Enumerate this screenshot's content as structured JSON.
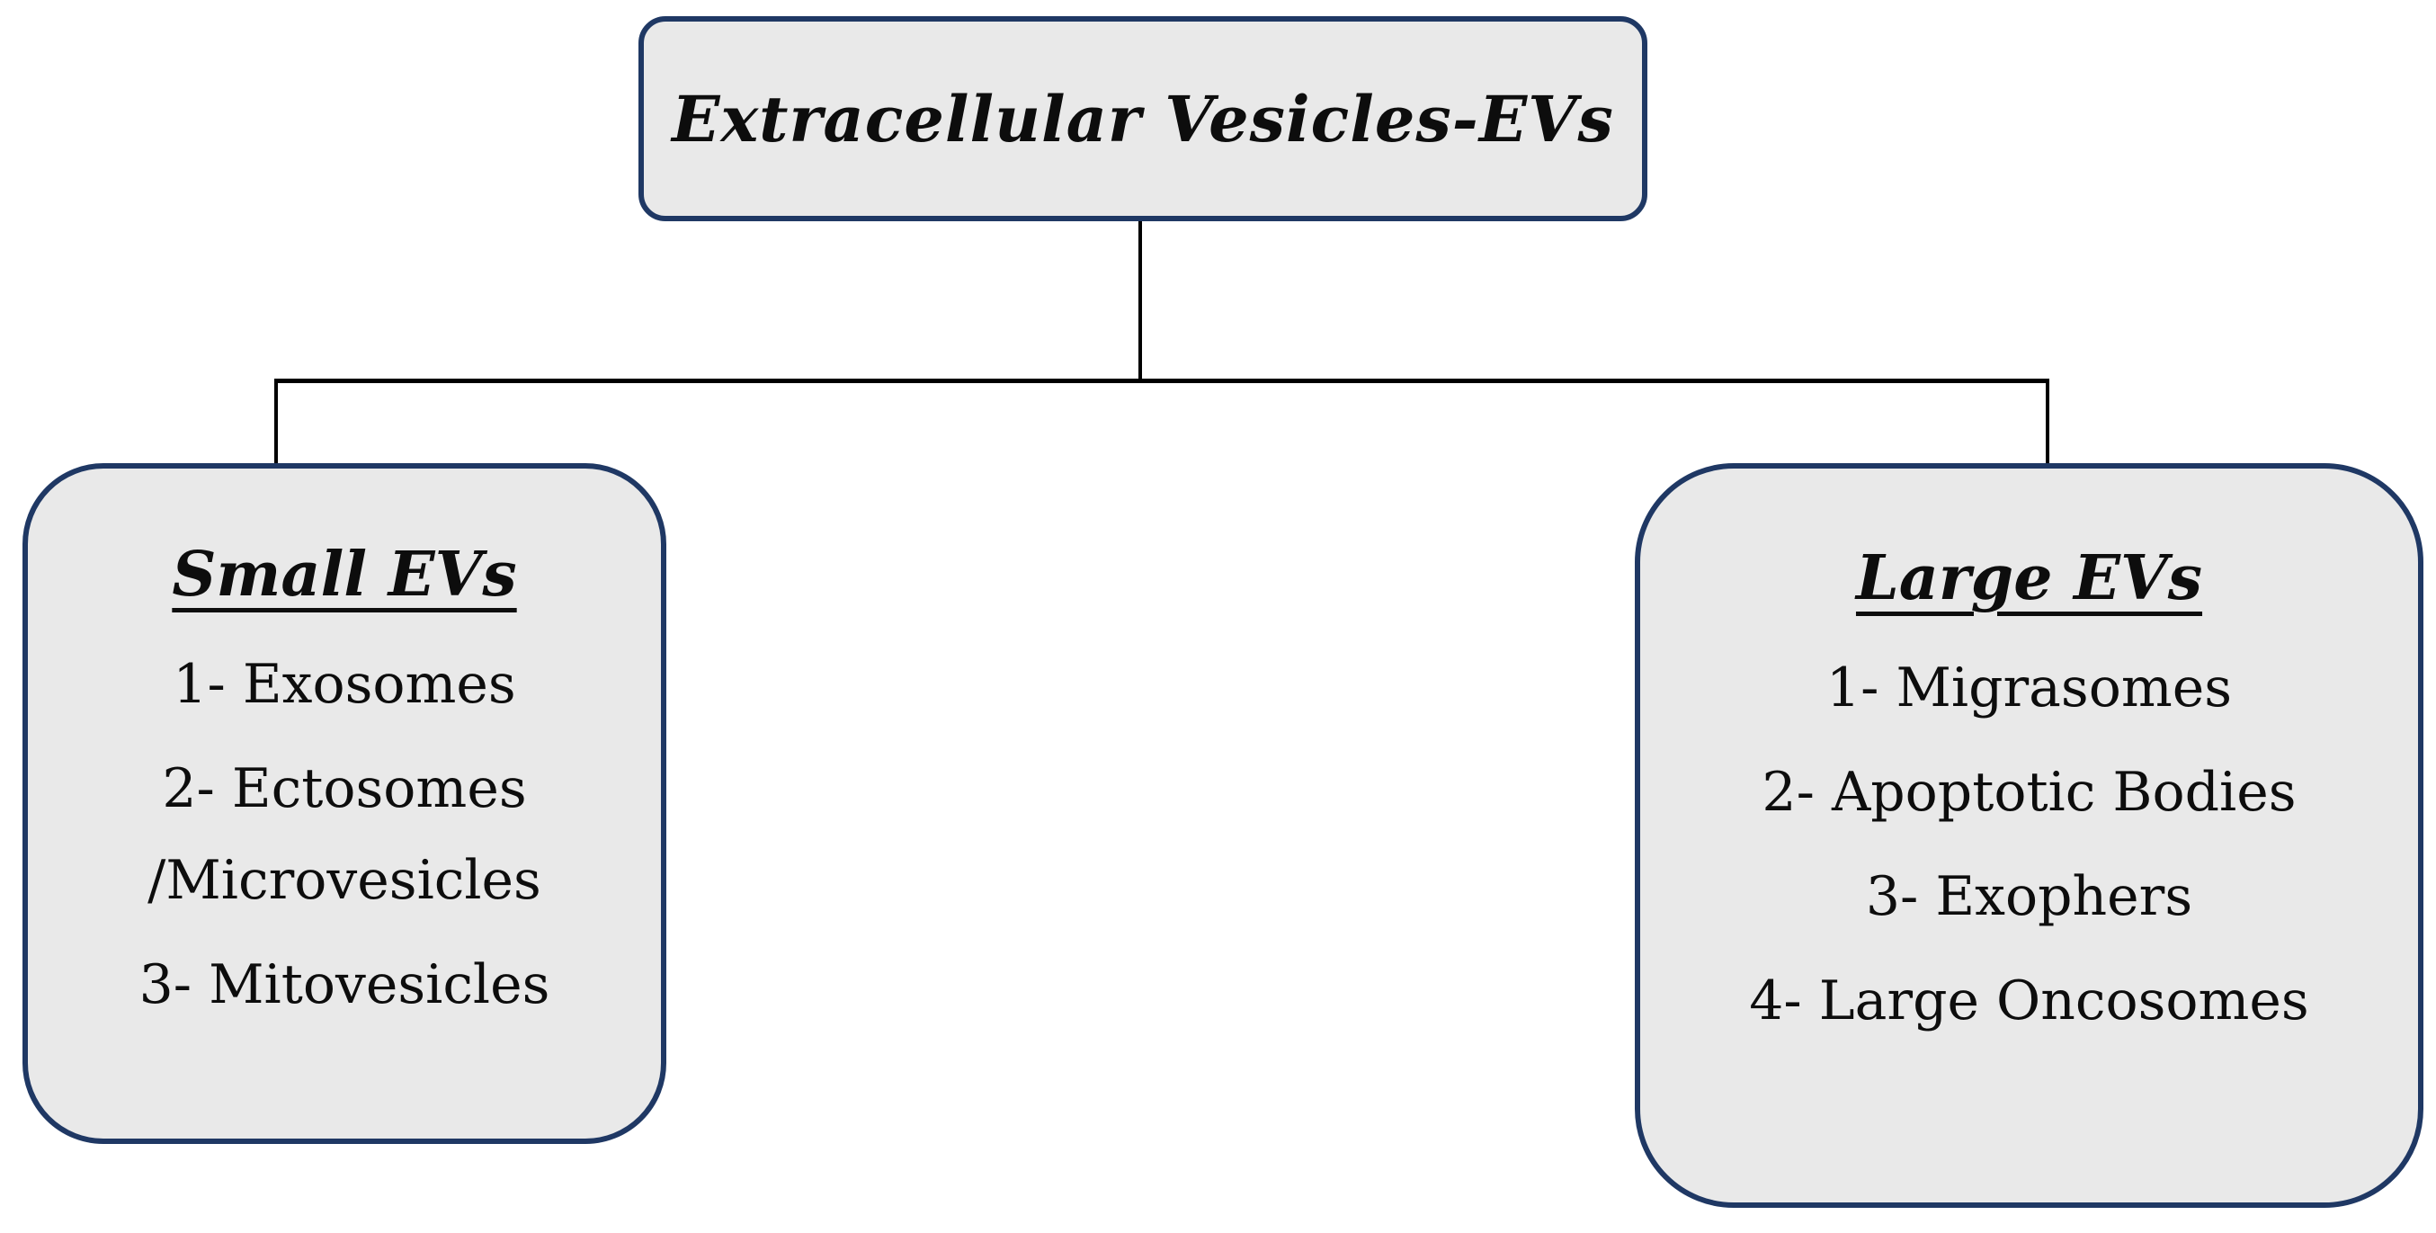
{
  "diagram": {
    "root": {
      "label": "Extracellular Vesicles-EVs"
    },
    "branches": [
      {
        "title": "Small EVs",
        "items": [
          "1- Exosomes",
          "2- Ectosomes",
          "/Microvesicles",
          "3- Mitovesicles"
        ]
      },
      {
        "title": "Large EVs",
        "items": [
          "1- Migrasomes",
          "2- Apoptotic Bodies",
          "3- Exophers",
          "4- Large Oncosomes"
        ]
      }
    ],
    "colors": {
      "box_fill": "#e9e9e9",
      "box_border": "#1f3864",
      "connector": "#000000",
      "text": "#0d0d0d",
      "background": "#ffffff"
    }
  }
}
